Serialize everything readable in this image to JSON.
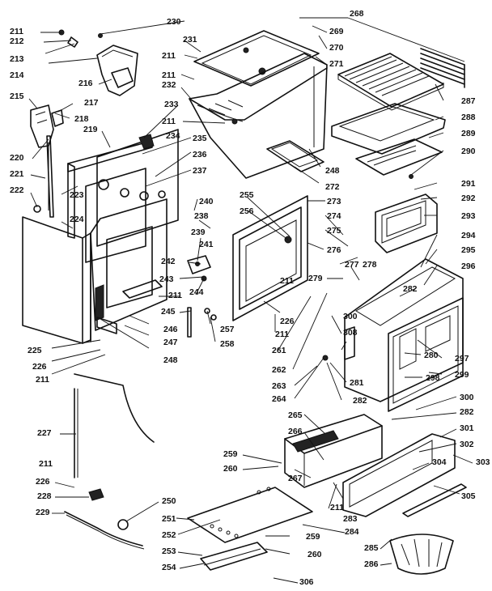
{
  "diagram": {
    "labels": [
      {
        "id": "l-230",
        "text": "230"
      },
      {
        "id": "l-211a",
        "text": "211"
      },
      {
        "id": "l-212",
        "text": "212"
      },
      {
        "id": "l-213",
        "text": "213"
      },
      {
        "id": "l-214",
        "text": "214"
      },
      {
        "id": "l-216",
        "text": "216"
      },
      {
        "id": "l-231",
        "text": "231"
      },
      {
        "id": "l-211b",
        "text": "211"
      },
      {
        "id": "l-211c",
        "text": "211"
      },
      {
        "id": "l-232",
        "text": "232"
      },
      {
        "id": "l-215",
        "text": "215"
      },
      {
        "id": "l-217",
        "text": "217"
      },
      {
        "id": "l-218",
        "text": "218"
      },
      {
        "id": "l-233",
        "text": "233"
      },
      {
        "id": "l-211d",
        "text": "211"
      },
      {
        "id": "l-219",
        "text": "219"
      },
      {
        "id": "l-234",
        "text": "234"
      },
      {
        "id": "l-235",
        "text": "235"
      },
      {
        "id": "l-236",
        "text": "236"
      },
      {
        "id": "l-220",
        "text": "220"
      },
      {
        "id": "l-237",
        "text": "237"
      },
      {
        "id": "l-221",
        "text": "221"
      },
      {
        "id": "l-222",
        "text": "222"
      },
      {
        "id": "l-223",
        "text": "223"
      },
      {
        "id": "l-224",
        "text": "224"
      },
      {
        "id": "l-240",
        "text": "240"
      },
      {
        "id": "l-238",
        "text": "238"
      },
      {
        "id": "l-239",
        "text": "239"
      },
      {
        "id": "l-241",
        "text": "241"
      },
      {
        "id": "l-242",
        "text": "242"
      },
      {
        "id": "l-243",
        "text": "243"
      },
      {
        "id": "l-244",
        "text": "244"
      },
      {
        "id": "l-211e",
        "text": "211"
      },
      {
        "id": "l-245",
        "text": "245"
      },
      {
        "id": "l-246",
        "text": "246"
      },
      {
        "id": "l-247",
        "text": "247"
      },
      {
        "id": "l-248a",
        "text": "248"
      },
      {
        "id": "l-225",
        "text": "225"
      },
      {
        "id": "l-226a",
        "text": "226"
      },
      {
        "id": "l-211f",
        "text": "211"
      },
      {
        "id": "l-268",
        "text": "268"
      },
      {
        "id": "l-269",
        "text": "269"
      },
      {
        "id": "l-270",
        "text": "270"
      },
      {
        "id": "l-271",
        "text": "271"
      },
      {
        "id": "l-287",
        "text": "287"
      },
      {
        "id": "l-288",
        "text": "288"
      },
      {
        "id": "l-289",
        "text": "289"
      },
      {
        "id": "l-290",
        "text": "290"
      },
      {
        "id": "l-248b",
        "text": "248"
      },
      {
        "id": "l-272",
        "text": "272"
      },
      {
        "id": "l-291",
        "text": "291"
      },
      {
        "id": "l-292",
        "text": "292"
      },
      {
        "id": "l-293",
        "text": "293"
      },
      {
        "id": "l-255",
        "text": "255"
      },
      {
        "id": "l-273",
        "text": "273"
      },
      {
        "id": "l-256",
        "text": "256"
      },
      {
        "id": "l-274",
        "text": "274"
      },
      {
        "id": "l-275",
        "text": "275"
      },
      {
        "id": "l-294",
        "text": "294"
      },
      {
        "id": "l-276",
        "text": "276"
      },
      {
        "id": "l-295",
        "text": "295"
      },
      {
        "id": "l-277",
        "text": "277"
      },
      {
        "id": "l-296",
        "text": "296"
      },
      {
        "id": "l-278",
        "text": "278"
      },
      {
        "id": "l-211g",
        "text": "211"
      },
      {
        "id": "l-279",
        "text": "279"
      },
      {
        "id": "l-282a",
        "text": "282"
      },
      {
        "id": "l-226b",
        "text": "226"
      },
      {
        "id": "l-211h",
        "text": "211"
      },
      {
        "id": "l-257",
        "text": "257"
      },
      {
        "id": "l-258",
        "text": "258"
      },
      {
        "id": "l-261",
        "text": "261"
      },
      {
        "id": "l-300a",
        "text": "300"
      },
      {
        "id": "l-308",
        "text": "308"
      },
      {
        "id": "l-280",
        "text": "280"
      },
      {
        "id": "l-297",
        "text": "297"
      },
      {
        "id": "l-262",
        "text": "262"
      },
      {
        "id": "l-281",
        "text": "281"
      },
      {
        "id": "l-299",
        "text": "299"
      },
      {
        "id": "l-263",
        "text": "263"
      },
      {
        "id": "l-298",
        "text": "298"
      },
      {
        "id": "l-264",
        "text": "264"
      },
      {
        "id": "l-282b",
        "text": "282"
      },
      {
        "id": "l-300b",
        "text": "300"
      },
      {
        "id": "l-265",
        "text": "265"
      },
      {
        "id": "l-282c",
        "text": "282"
      },
      {
        "id": "l-227",
        "text": "227"
      },
      {
        "id": "l-266",
        "text": "266"
      },
      {
        "id": "l-301",
        "text": "301"
      },
      {
        "id": "l-259a",
        "text": "259"
      },
      {
        "id": "l-302",
        "text": "302"
      },
      {
        "id": "l-260a",
        "text": "260"
      },
      {
        "id": "l-304",
        "text": "304"
      },
      {
        "id": "l-303",
        "text": "303"
      },
      {
        "id": "l-211i",
        "text": "211"
      },
      {
        "id": "l-267",
        "text": "267"
      },
      {
        "id": "l-226c",
        "text": "226"
      },
      {
        "id": "l-305",
        "text": "305"
      },
      {
        "id": "l-228",
        "text": "228"
      },
      {
        "id": "l-211j",
        "text": "211"
      },
      {
        "id": "l-283",
        "text": "283"
      },
      {
        "id": "l-250",
        "text": "250"
      },
      {
        "id": "l-229",
        "text": "229"
      },
      {
        "id": "l-251",
        "text": "251"
      },
      {
        "id": "l-284",
        "text": "284"
      },
      {
        "id": "l-252",
        "text": "252"
      },
      {
        "id": "l-259b",
        "text": "259"
      },
      {
        "id": "l-285",
        "text": "285"
      },
      {
        "id": "l-253",
        "text": "253"
      },
      {
        "id": "l-260b",
        "text": "260"
      },
      {
        "id": "l-286",
        "text": "286"
      },
      {
        "id": "l-254",
        "text": "254"
      },
      {
        "id": "l-306",
        "text": "306"
      }
    ]
  }
}
